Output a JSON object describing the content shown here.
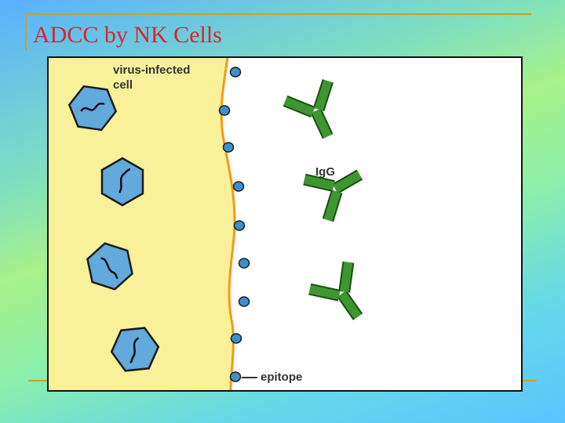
{
  "slide": {
    "title": "ADCC by NK Cells"
  },
  "diagram": {
    "cell_label_line1": "virus-infected",
    "cell_label_line2": "cell",
    "antibody_label": "IgG",
    "epitope_label": "epitope",
    "colors": {
      "cell_fill": "#f9f19a",
      "membrane": "#f29a1a",
      "virus_fill": "#62a9dc",
      "epitope_fill": "#3b8fcf",
      "antibody_fill": "#3f9631"
    },
    "virus_count": 4,
    "epitope_count": 9,
    "antibody_count": 3
  }
}
